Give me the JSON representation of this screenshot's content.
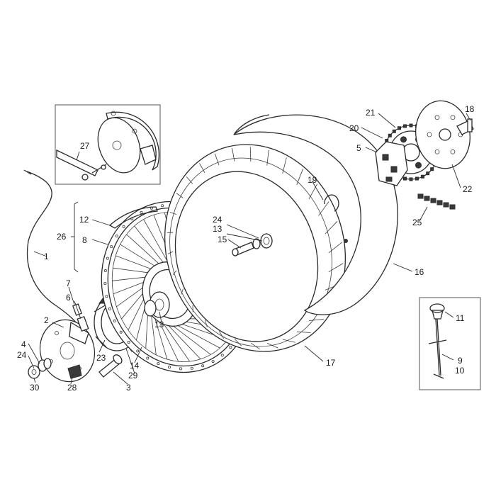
{
  "callouts": {
    "c1": "1",
    "c2": "2",
    "c3": "3",
    "c4": "4",
    "c5": "5",
    "c6": "6",
    "c7": "7",
    "c8": "8",
    "c9": "9",
    "c10": "10",
    "c11": "11",
    "c12": "12",
    "c13a": "13",
    "c13b": "13",
    "c14": "14",
    "c15": "15",
    "c16": "16",
    "c17": "17",
    "c18": "18",
    "c19": "19",
    "c20": "20",
    "c21": "21",
    "c22": "22",
    "c23": "23",
    "c24a": "24",
    "c24b": "24",
    "c25": "25",
    "c26": "26",
    "c27": "27",
    "c28": "28",
    "c29": "29",
    "c30": "30"
  }
}
